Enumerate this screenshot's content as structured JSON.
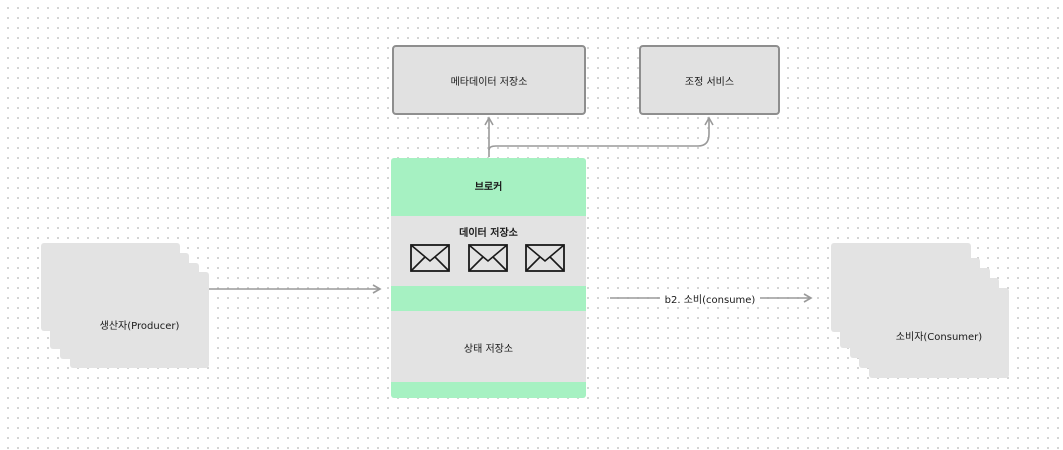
{
  "nodes": {
    "metadata_store": "메타데이터 저장소",
    "coordination_service": "조정 서비스",
    "broker": {
      "title": "브로커",
      "data_store": "데이터 저장소",
      "state_store": "상태 저장소"
    },
    "producer": "생산자(Producer)",
    "consumer": "소비자(Consumer)"
  },
  "edges": {
    "consume": "b2. 소비(consume)"
  },
  "icons": {
    "message": "envelope-icon"
  },
  "colors": {
    "broker_green": "#a6f1c2",
    "box_gray": "#e1e1e1",
    "box_border": "#8e8e8e",
    "arrow": "#9a9a9a"
  }
}
